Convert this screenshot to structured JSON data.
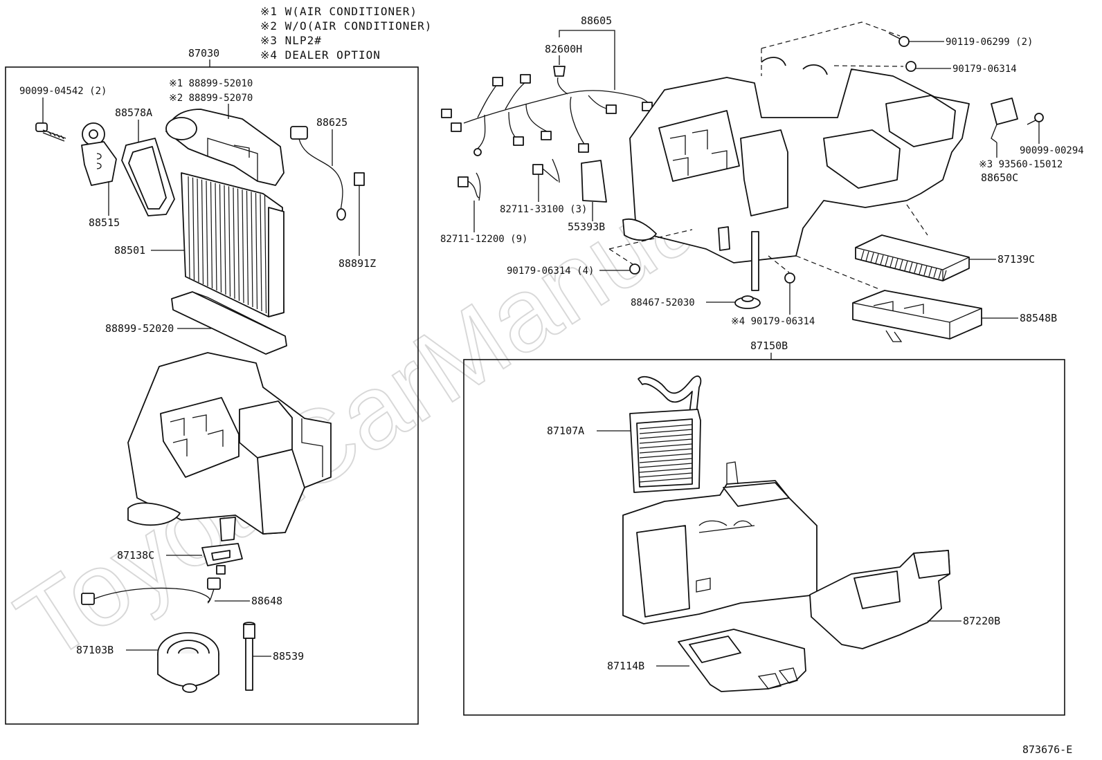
{
  "notes": [
    "※1 W(AIR CONDITIONER)",
    "※2 W/O(AIR CONDITIONER)",
    "※3 NLP2#",
    "※4 DEALER OPTION"
  ],
  "watermark": "ToyotaCarManual",
  "figure_id": "873676-E",
  "groups": {
    "left": "87030",
    "lower_right": "87150B",
    "wire_harness": "88605"
  },
  "labels": {
    "p90099_04542": "90099-04542 (2)",
    "p88578A": "88578A",
    "p88515": "88515",
    "p88899_52010": "※1 88899-52010",
    "p88899_52070": "※2 88899-52070",
    "p88625": "88625",
    "p88501": "88501",
    "p88891Z": "88891Z",
    "p88899_52020": "88899-52020",
    "p87138C": "87138C",
    "p88648": "88648",
    "p87103B": "87103B",
    "p88539": "88539",
    "p82600H": "82600H",
    "p82711_12200": "82711-12200 (9)",
    "p82711_33100": "82711-33100 (3)",
    "p55393B": "55393B",
    "p90119_06299": "90119-06299 (2)",
    "p90179_06314_a": "90179-06314",
    "p90099_00294": "90099-00294",
    "p93560_15012": "※3 93560-15012",
    "p88650C": "88650C",
    "p87139C": "87139C",
    "p90179_06314_4": "90179-06314 (4)",
    "p88467_52030": "88467-52030",
    "p90179_06314_b": "※4 90179-06314",
    "p88548B": "88548B",
    "p87107A": "87107A",
    "p87220B": "87220B",
    "p87114B": "87114B"
  }
}
